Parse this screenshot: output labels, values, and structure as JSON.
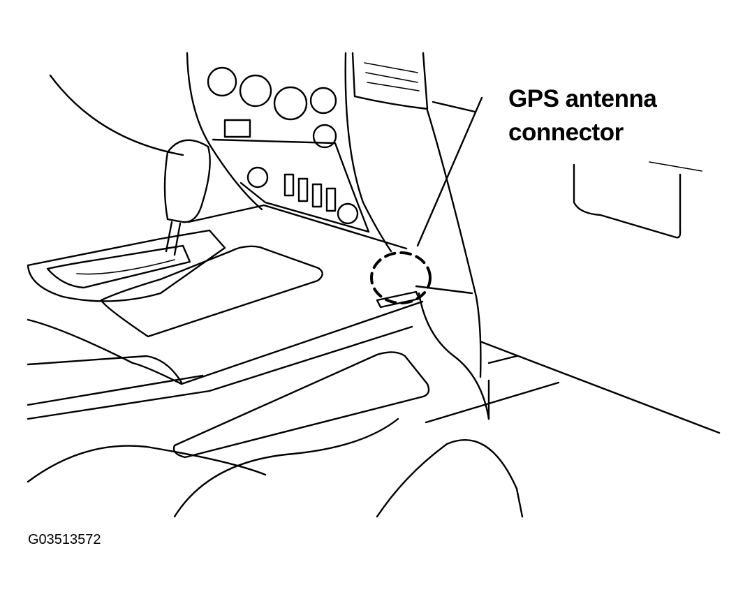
{
  "callout": {
    "line1": "GPS antenna",
    "line2": "connector"
  },
  "figure_id": "G03513572"
}
